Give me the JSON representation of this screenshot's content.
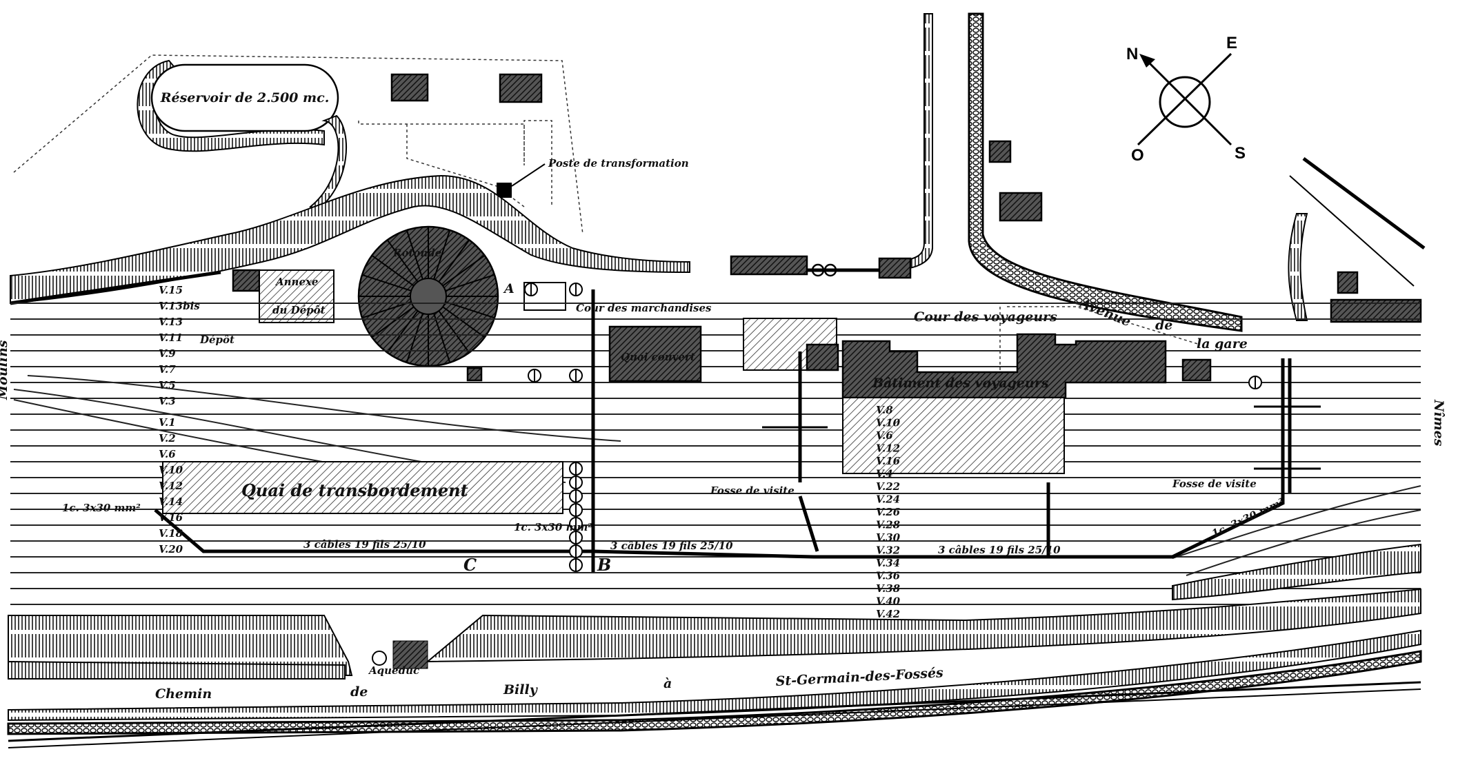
{
  "compass": {
    "n": "N",
    "e": "E",
    "s": "S",
    "o": "O"
  },
  "labels": {
    "reservoir": "Réservoir de 2.500 mc.",
    "poste": "Poste de transformation",
    "rotonde": "Rotonde",
    "annexe_1": "Annexe",
    "annexe_2": "du Dépôt",
    "depot": "Dépôt",
    "point_a": "A",
    "point_b": "B",
    "point_c": "C",
    "cour_marchandises": "Cour des marchandises",
    "quai_couvert": "Quai couvert",
    "cour_voyageurs": "Cour des voyageurs",
    "avenue": "Avenue",
    "de_la": "de",
    "gare": "la gare",
    "batiment": "Bâtiment des voyageurs",
    "quai_transbordement": "Quai de transbordement",
    "fosse_1": "Fosse de visite",
    "fosse_2": "Fosse de visite",
    "aqueduc": "Aqueduc",
    "left_dest": "Moulins",
    "right_dest": "Nîmes",
    "chemin": "Chemin",
    "de": "de",
    "billy": "Billy",
    "a": "à",
    "st_germain": "St-Germain-des-Fossés",
    "cable_1": "1c. 3x30 mm²",
    "cable_2": "1c. 3x30 mm²",
    "cable_3": "3 câbles 19 fils 25/10",
    "cable_4": "3 câbles 19 fils 25/10",
    "cable_5": "3 câbles 19 fils 25/10",
    "cable_6": "1c. 3x30 mm²"
  },
  "tracks_left": [
    "V.15",
    "V.13bis",
    "V.13",
    "V.11",
    "V.9",
    "V.7",
    "V.5",
    "V.3",
    "V.1",
    "V.2",
    "V.6",
    "V.10",
    "V.12",
    "V.14",
    "V.16",
    "V.18",
    "V.20"
  ],
  "tracks_middle": [
    "V.8",
    "V.10",
    "V.6",
    "V.12",
    "V.16",
    "V.4",
    "V.22",
    "V.24",
    "V.26",
    "V.28",
    "V.30",
    "V.32",
    "V.34",
    "V.36",
    "V.38",
    "V.40",
    "V.42"
  ]
}
